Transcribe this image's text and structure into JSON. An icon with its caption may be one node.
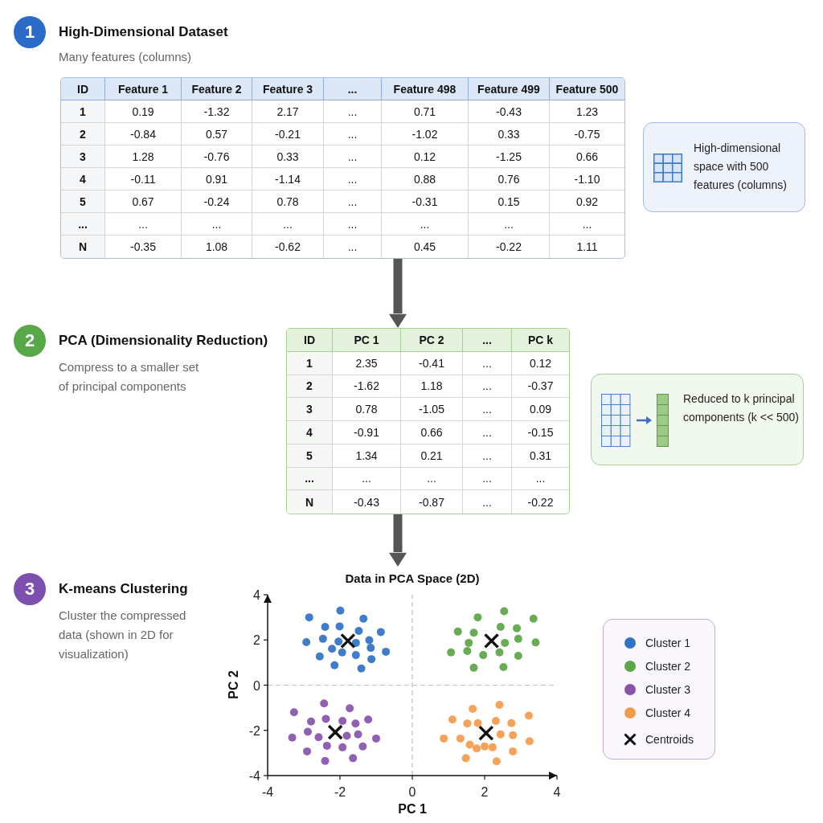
{
  "diagram": {
    "nodes": [
      {
        "text": [
          "1"
        ],
        "beside": [
          "High-Dimensional Dataset",
          "Many features (columns)"
        ]
      },
      {
        "text": [
          "ID",
          "Feature 1",
          "Feature 2",
          "Feature 3",
          "...",
          "Feature 498",
          "Feature 499",
          "Feature 500",
          "1",
          "0.19",
          "-1.32",
          "2.17",
          "...",
          "0.71",
          "-0.43",
          "1.23",
          "2",
          "-0.84",
          "0.57",
          "-0.21",
          "...",
          "-1.02",
          "0.33",
          "-0.75",
          "3",
          "1.28",
          "-0.76",
          "0.33",
          "...",
          "0.12",
          "-1.25",
          "0.66",
          "4",
          "-0.11",
          "0.91",
          "-1.14",
          "...",
          "0.88",
          "0.76",
          "-1.10",
          "5",
          "0.67",
          "-0.24",
          "0.78",
          "...",
          "-0.31",
          "0.15",
          "0.92",
          "...",
          "...",
          "...",
          "...",
          "...",
          "...",
          "...",
          "...",
          "N",
          "-0.35",
          "1.08",
          "-0.62",
          "...",
          "0.45",
          "-0.22",
          "1.11"
        ]
      },
      {
        "text": [
          "High-dimensional space with 500 features (columns)"
        ]
      },
      {
        "text": [
          "2"
        ],
        "beside": [
          "PCA (Dimensionality Reduction)",
          "Compress to a smaller set of principal components"
        ]
      },
      {
        "text": [
          "ID",
          "PC 1",
          "PC 2",
          "...",
          "PC k",
          "1",
          "2.35",
          "-0.41",
          "...",
          "0.12",
          "2",
          "-1.62",
          "1.18",
          "...",
          "-0.37",
          "3",
          "0.78",
          "-1.05",
          "...",
          "0.09",
          "4",
          "-0.91",
          "0.66",
          "...",
          "-0.15",
          "5",
          "1.34",
          "0.21",
          "...",
          "0.31",
          "...",
          "...",
          "...",
          "...",
          "...",
          "N",
          "-0.43",
          "-0.87",
          "...",
          "-0.22"
        ]
      },
      {
        "text": [
          "Reduced to k principal components (k << 500)"
        ]
      },
      {
        "text": [
          "3"
        ],
        "beside": [
          "K-means Clustering",
          "Cluster the compressed data (shown in 2D for visualization)"
        ]
      },
      {
        "text": [],
        "shape": "picture"
      }
    ],
    "edges": [
      {
        "from": 1,
        "to": 4,
        "arrow": "to"
      },
      {
        "from": 4,
        "to": 7,
        "arrow": "to"
      }
    ],
    "legend": [
      {
        "text": "Cluster 1",
        "color": "#2f72c6"
      },
      {
        "text": "Cluster 2",
        "color": "#5ba646"
      },
      {
        "text": "Cluster 3",
        "color": "#8852ad"
      },
      {
        "text": "Cluster 4",
        "color": "#f49a4c"
      },
      {
        "text": "Centroids"
      }
    ],
    "chart_data": {
      "type": "scatter",
      "title": "Data in PCA Space (2D)",
      "xlabel": "PC 1",
      "ylabel": "PC 2",
      "xlim": [
        -4,
        4
      ],
      "ylim": [
        -4,
        4
      ],
      "xticks": [
        -4,
        -2,
        0,
        2,
        4
      ],
      "yticks": [
        -4,
        -2,
        0,
        2,
        4
      ],
      "series": [
        {
          "color": "#2f72c6",
          "x": [
            -2.85,
            -1.99,
            -1.35,
            -2.41,
            -2.01,
            -1.48,
            -0.87,
            -2.93,
            -2.47,
            -2.04,
            -1.19,
            -2.22,
            -1.94,
            -1.56,
            -1.15,
            -0.73,
            -2.56,
            -2.15,
            -1.41,
            -1.13,
            -1.56
          ],
          "values": [
            3.0,
            3.3,
            2.94,
            2.58,
            2.6,
            2.4,
            2.35,
            1.9,
            2.05,
            1.93,
            1.99,
            1.61,
            1.45,
            1.33,
            1.65,
            1.48,
            1.27,
            0.88,
            0.74,
            1.15,
            1.87
          ]
        },
        {
          "color": "#5ba646",
          "x": [
            2.54,
            1.81,
            3.35,
            1.26,
            1.7,
            2.44,
            2.89,
            3.41,
            1.56,
            2.56,
            2.93,
            1.07,
            1.52,
            1.96,
            2.41,
            2.93,
            1.7,
            2.52
          ],
          "values": [
            3.27,
            3.0,
            2.94,
            2.37,
            2.32,
            2.58,
            2.52,
            1.89,
            1.87,
            1.87,
            2.05,
            1.45,
            1.51,
            1.33,
            1.45,
            1.3,
            0.77,
            0.8
          ]
        },
        {
          "color": "#8852ad",
          "x": [
            -2.44,
            -1.73,
            -3.27,
            -2.8,
            -2.39,
            -1.93,
            -1.57,
            -1.22,
            -2.89,
            -2.59,
            -1.81,
            -1.5,
            -1.0,
            -3.32,
            -2.36,
            -1.93,
            -1.37,
            -2.91,
            -2.41,
            -1.64
          ],
          "values": [
            -0.81,
            -1.02,
            -1.2,
            -1.61,
            -1.49,
            -1.58,
            -1.7,
            -1.52,
            -2.06,
            -2.3,
            -2.24,
            -2.18,
            -2.36,
            -2.32,
            -2.68,
            -2.75,
            -2.71,
            -2.93,
            -3.35,
            -3.23
          ]
        },
        {
          "color": "#f49a4c",
          "x": [
            1.67,
            2.41,
            1.11,
            1.52,
            1.81,
            2.31,
            2.74,
            3.22,
            0.87,
            1.33,
            2.44,
            2.78,
            3.24,
            1.59,
            1.78,
            2.22,
            2.78,
            1.48,
            2.33,
            2.0
          ],
          "values": [
            -1.05,
            -0.87,
            -1.52,
            -1.7,
            -1.68,
            -1.58,
            -1.68,
            -1.35,
            -2.36,
            -2.36,
            -2.18,
            -2.21,
            -2.48,
            -2.63,
            -2.8,
            -2.75,
            -2.93,
            -3.23,
            -3.37,
            -2.71
          ]
        },
        {
          "color": "#111111",
          "x": [
            -1.78,
            2.19,
            -2.13,
            2.04
          ],
          "values": [
            1.96,
            1.96,
            -2.08,
            -2.12
          ]
        }
      ]
    }
  }
}
